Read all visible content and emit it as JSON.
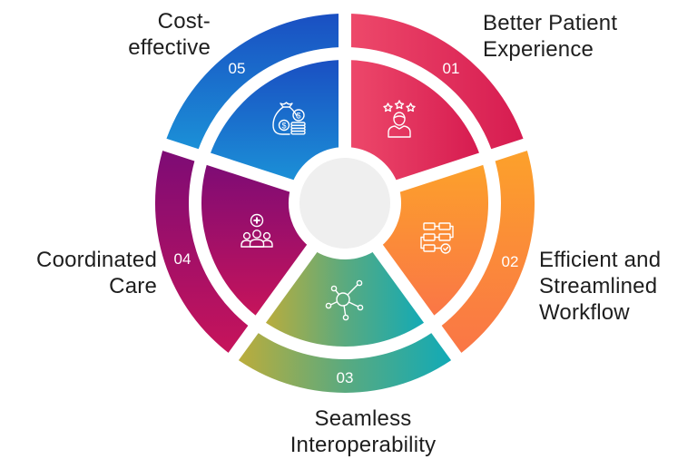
{
  "diagram": {
    "type": "circular-segment-infographic",
    "center_fill": "#efefef",
    "segments": [
      {
        "number": "01",
        "title_lines": [
          "Better Patient",
          "Experience"
        ],
        "title": "Better Patient Experience",
        "icon": "rated-person-icon",
        "colors": {
          "start": "#ea4467",
          "end": "#d81d52"
        }
      },
      {
        "number": "02",
        "title_lines": [
          "Efficient and",
          "Streamlined",
          "Workflow"
        ],
        "title": "Efficient and Streamlined Workflow",
        "icon": "workflow-flowchart-icon",
        "colors": {
          "start": "#fca12a",
          "end": "#fb7a45"
        }
      },
      {
        "number": "03",
        "title_lines": [
          "Seamless",
          "Interoperability"
        ],
        "title": "Seamless Interoperability",
        "icon": "network-hub-icon",
        "colors": {
          "start": "#b9ae3c",
          "end": "#12aab7"
        }
      },
      {
        "number": "04",
        "title_lines": [
          "Coordinated",
          "Care"
        ],
        "title": "Coordinated Care",
        "icon": "medical-team-icon",
        "colors": {
          "start": "#8a1070",
          "end": "#c0145a"
        }
      },
      {
        "number": "05",
        "title_lines": [
          "Cost-",
          "effective"
        ],
        "title": "Cost-effective",
        "icon": "money-bag-coins-icon",
        "colors": {
          "start": "#1a55c4",
          "end": "#1c8ed6"
        }
      }
    ]
  }
}
